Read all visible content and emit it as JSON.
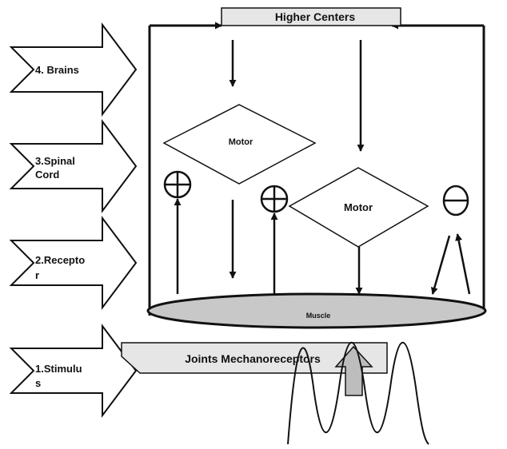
{
  "stages": {
    "brains": "4. Brains",
    "spinal_cord": [
      "3.Spinal",
      "Cord"
    ],
    "receptor": [
      "2.Recepto",
      "r"
    ],
    "stimulus": [
      "1.Stimulu",
      "s"
    ]
  },
  "nodes": {
    "higher_centers": "Higher Centers",
    "motor_left": "Motor",
    "motor_right": "Motor",
    "muscle": "Muscle",
    "joints": "Joints Mechanoreceptors"
  },
  "colors": {
    "line": "#111111",
    "box_fill": "#e6e6e6",
    "muscle_fill": "#c8c8c8",
    "arrow_fill": "#bdbdbd"
  },
  "icons": [
    "plus-circle-icon",
    "minus-circle-icon",
    "wave-icon"
  ]
}
